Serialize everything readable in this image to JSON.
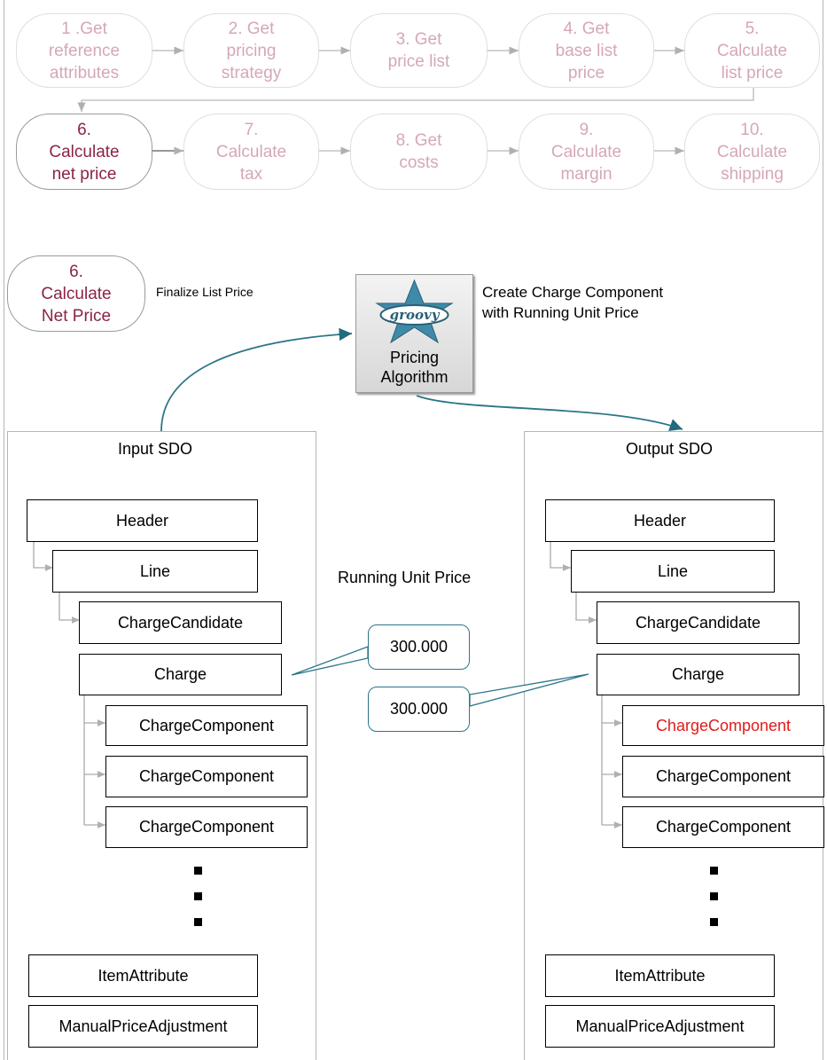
{
  "flow": {
    "steps": [
      {
        "label": "1 .Get\nreference\nattributes"
      },
      {
        "label": "2. Get\npricing\nstrategy"
      },
      {
        "label": "3. Get\nprice list"
      },
      {
        "label": "4. Get\nbase list\nprice"
      },
      {
        "label": "5.\nCalculate\nlist price"
      },
      {
        "label": "6.\nCalculate\nnet price"
      },
      {
        "label": "7.\nCalculate\ntax"
      },
      {
        "label": "8. Get\ncosts"
      },
      {
        "label": "9.\nCalculate\nmargin"
      },
      {
        "label": "10.\nCalculate\nshipping"
      }
    ],
    "active_step": "6.\nCalculate\nnet price"
  },
  "section": {
    "pill": "6.\nCalculate\nNet Price",
    "finalize": "Finalize List Price",
    "create_note": "Create Charge Component\nwith Running Unit Price",
    "algorithm": "Pricing\nAlgorithm",
    "running_unit_price": "Running Unit Price"
  },
  "input_sdo": {
    "title": "Input SDO",
    "header": "Header",
    "line": "Line",
    "charge_candidate": "ChargeCandidate",
    "charge": "Charge",
    "components": [
      "ChargeComponent",
      "ChargeComponent",
      "ChargeComponent"
    ],
    "item_attribute": "ItemAttribute",
    "manual_adjustment": "ManualPriceAdjustment"
  },
  "output_sdo": {
    "title": "Output SDO",
    "header": "Header",
    "line": "Line",
    "charge_candidate": "ChargeCandidate",
    "charge": "Charge",
    "components": [
      "ChargeComponent",
      "ChargeComponent",
      "ChargeComponent"
    ],
    "item_attribute": "ItemAttribute",
    "manual_adjustment": "ManualPriceAdjustment"
  },
  "callouts": {
    "top": "300.000",
    "bottom": "300.000"
  },
  "colors": {
    "active": "#8a2444",
    "faded": "#d5a7b7",
    "highlight": "#e41a1a",
    "connector": "#2c7589"
  }
}
